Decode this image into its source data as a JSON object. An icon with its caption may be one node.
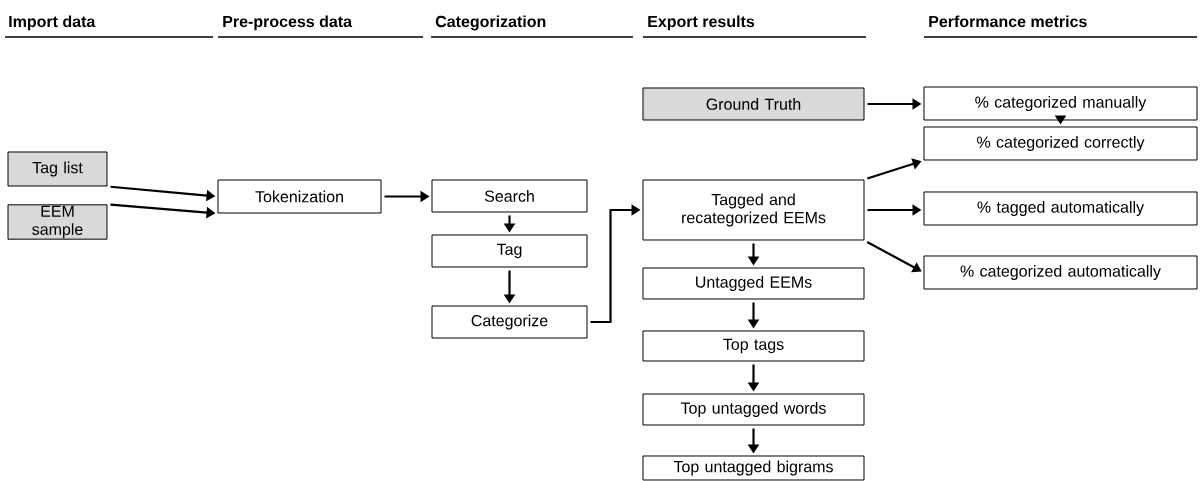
{
  "diagram": {
    "nodes": [
      {
        "text": [
          "Tag list"
        ]
      },
      {
        "text": [
          "EEM sample"
        ]
      },
      {
        "text": [
          "Tokenization"
        ]
      },
      {
        "text": [
          "Search"
        ]
      },
      {
        "text": [
          "Tag"
        ]
      },
      {
        "text": [
          "Categorize"
        ]
      },
      {
        "text": [
          "Ground Truth"
        ]
      },
      {
        "text": [
          "Tagged and recategorized EEMs"
        ]
      },
      {
        "text": [
          "Untagged EEMs"
        ]
      },
      {
        "text": [
          "Top tags"
        ]
      },
      {
        "text": [
          "Top untagged words"
        ]
      },
      {
        "text": [
          "Top untagged bigrams"
        ]
      },
      {
        "text": [
          "% categorized manually"
        ]
      },
      {
        "text": [
          "% categorized correctly"
        ]
      },
      {
        "text": [
          "% tagged automatically"
        ]
      },
      {
        "text": [
          "% categorized automatically"
        ]
      }
    ],
    "edges": [
      {
        "from": 0,
        "to": 2,
        "arrow": "to"
      },
      {
        "from": 1,
        "to": 2,
        "arrow": "to"
      },
      {
        "from": 2,
        "to": 3,
        "arrow": "to"
      },
      {
        "from": 3,
        "to": 4,
        "arrow": "to"
      },
      {
        "from": 4,
        "to": 5,
        "arrow": "to"
      },
      {
        "from": 5,
        "to": 7,
        "arrow": "to"
      },
      {
        "from": 6,
        "to": 12,
        "arrow": "to"
      },
      {
        "from": 12,
        "to": 13,
        "arrow": "to"
      },
      {
        "from": 7,
        "to": 13,
        "arrow": "to"
      },
      {
        "from": 7,
        "to": 14,
        "arrow": "to"
      },
      {
        "from": 7,
        "to": 15,
        "arrow": "to"
      },
      {
        "from": 7,
        "to": 8,
        "arrow": "to"
      },
      {
        "from": 8,
        "to": 9,
        "arrow": "to"
      },
      {
        "from": 9,
        "to": 10,
        "arrow": "to"
      },
      {
        "from": 10,
        "to": 11,
        "arrow": "to"
      }
    ],
    "labels": [
      "Import data",
      "Pre-process data",
      "Categorization",
      "Export results",
      "Performance metrics"
    ]
  }
}
